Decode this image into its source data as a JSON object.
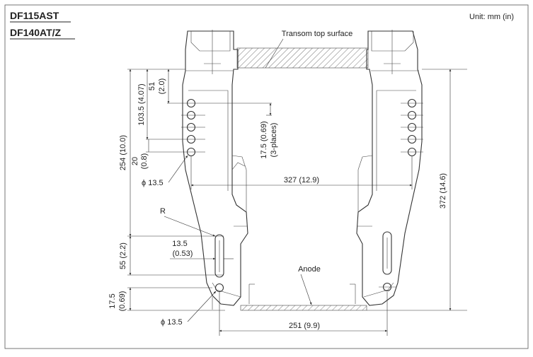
{
  "title": {
    "line1": "DF115AST",
    "line2": "DF140AT/Z"
  },
  "unit": "Unit: mm (in)",
  "labels": {
    "transom": "Transom top surface",
    "anode": "Anode",
    "radius": "R"
  },
  "dimensions": {
    "d51": "51",
    "d51_in": "(2.0)",
    "d103": "103.5 (4.07)",
    "d254": "254 (10.0)",
    "d20": "20",
    "d20_in": "(0.8)",
    "d17_5_top": "17.5 (0.69)",
    "places": "(3-places)",
    "phi_top": "ϕ 13.5",
    "d327": "327 (12.9)",
    "d372": "372 (14.6)",
    "d13_5": "13.5",
    "d13_5_in": "(0.53)",
    "d55": "55 (2.2)",
    "d17_5_bottom": "17.5",
    "d17_5_bottom_in": "(0.69)",
    "phi_bottom": "ϕ 13.5",
    "d251": "251 (9.9)"
  }
}
